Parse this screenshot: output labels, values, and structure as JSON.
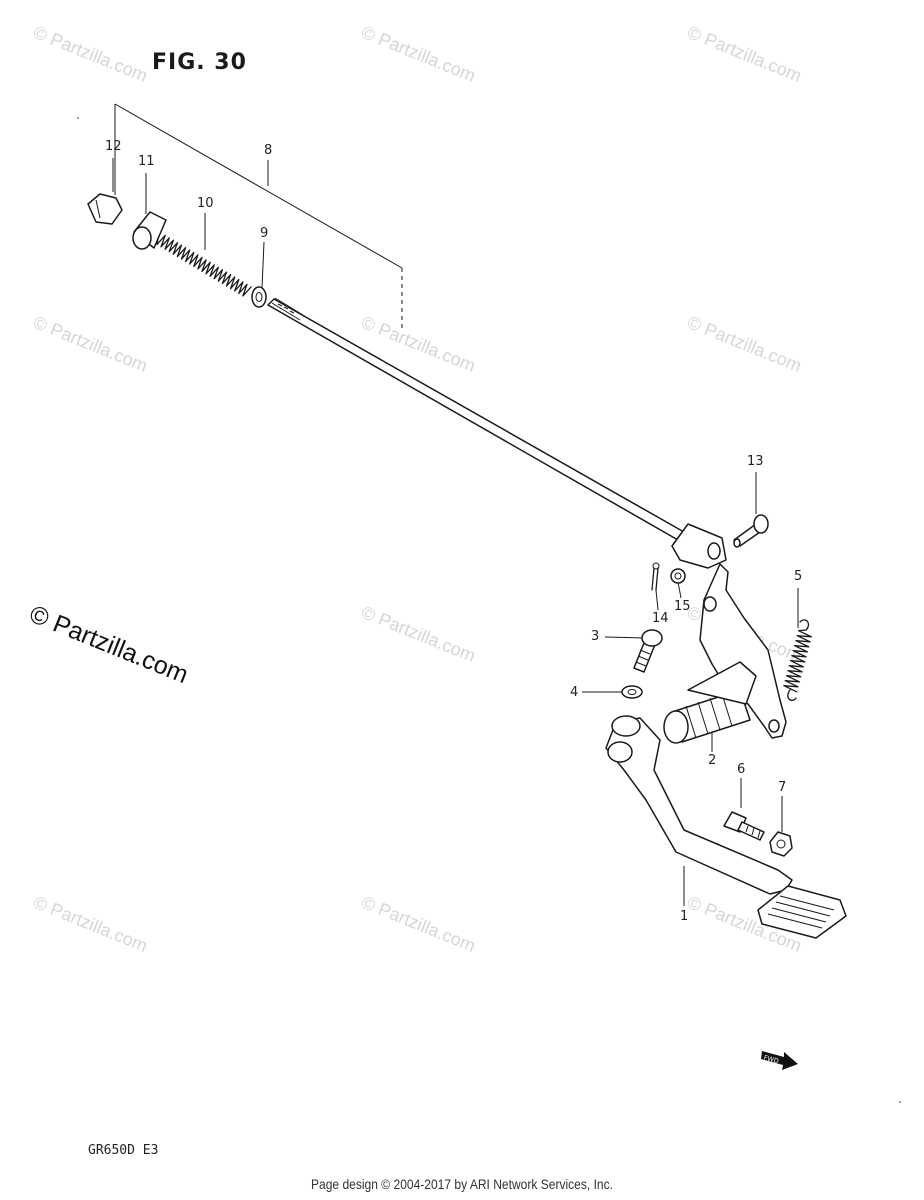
{
  "figure": {
    "title": "FIG. 30",
    "model_code": "GR650D  E3",
    "fwd_marker": "FWD"
  },
  "callouts": [
    {
      "id": "1",
      "label": "1"
    },
    {
      "id": "2",
      "label": "2"
    },
    {
      "id": "3",
      "label": "3"
    },
    {
      "id": "4",
      "label": "4"
    },
    {
      "id": "5",
      "label": "5"
    },
    {
      "id": "6",
      "label": "6"
    },
    {
      "id": "7",
      "label": "7"
    },
    {
      "id": "8",
      "label": "8"
    },
    {
      "id": "9",
      "label": "9"
    },
    {
      "id": "10",
      "label": "10"
    },
    {
      "id": "11",
      "label": "11"
    },
    {
      "id": "12",
      "label": "12"
    },
    {
      "id": "13",
      "label": "13"
    },
    {
      "id": "14",
      "label": "14"
    },
    {
      "id": "15",
      "label": "15"
    }
  ],
  "watermark": {
    "text": "© Partzilla.com",
    "featured_text": "© Partzilla.com"
  },
  "footer": {
    "text": "Page design © 2004-2017 by ARI Network Services, Inc."
  }
}
